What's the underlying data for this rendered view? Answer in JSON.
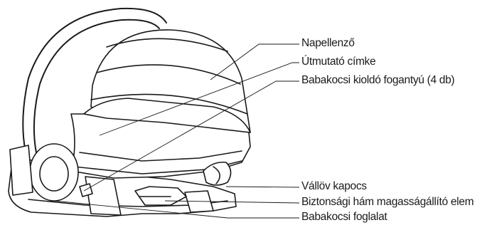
{
  "labels": [
    "Napellenző",
    "Útmutató címke",
    "Babakocsi kioldó fogantyú (4 db)",
    "Vállöv kapocs",
    "Biztonsági hám magasságállító elem",
    "Babakocsi foglalat"
  ],
  "colors": {
    "line": "#1a1a1a",
    "fill": "#ffffff"
  }
}
